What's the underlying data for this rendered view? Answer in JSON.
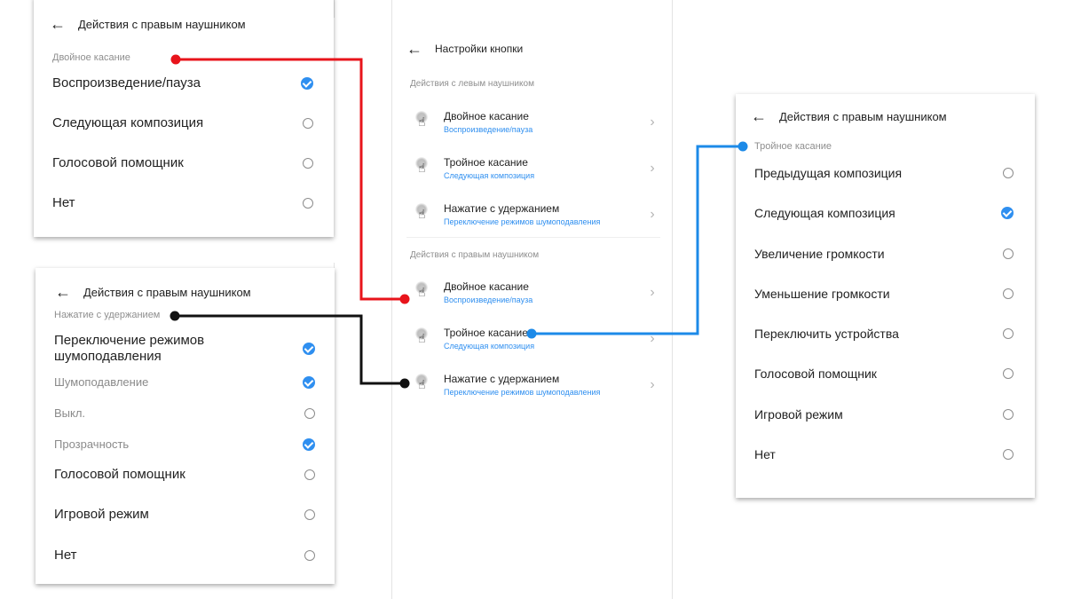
{
  "colors": {
    "accent": "#2f8ff0",
    "wire_red": "#e8141b",
    "wire_black": "#111111",
    "wire_blue": "#1c8ae8"
  },
  "icons": {
    "back": "arrow-left-icon",
    "touch": "touch-finger-icon",
    "chevron": "chevron-right-icon",
    "selected": "check-circle-icon",
    "unselected": "radio-empty-icon"
  },
  "panel_double_tap": {
    "title": "Действия с правым наушником",
    "section": "Двойное касание",
    "options": [
      {
        "label": "Воспроизведение/пауза",
        "selected": true
      },
      {
        "label": "Следующая композиция",
        "selected": false
      },
      {
        "label": "Голосовой помощник",
        "selected": false
      },
      {
        "label": "Нет",
        "selected": false
      }
    ]
  },
  "panel_hold": {
    "title": "Действия с правым наушником",
    "section": "Нажатие с удержанием",
    "options": [
      {
        "label": "Переключение режимов шумоподавления",
        "selected": true,
        "sub": false
      },
      {
        "label": "Шумоподавление",
        "selected": true,
        "sub": true
      },
      {
        "label": "Выкл.",
        "selected": false,
        "sub": true
      },
      {
        "label": "Прозрачность",
        "selected": true,
        "sub": true
      },
      {
        "label": "Голосовой помощник",
        "selected": false,
        "sub": false
      },
      {
        "label": "Игровой режим",
        "selected": false,
        "sub": false
      },
      {
        "label": "Нет",
        "selected": false,
        "sub": false
      }
    ]
  },
  "panel_settings": {
    "title": "Настройки кнопки",
    "left_section": "Действия с левым наушником",
    "left_rows": [
      {
        "title": "Двойное касание",
        "value": "Воспроизведение/пауза"
      },
      {
        "title": "Тройное касание",
        "value": "Следующая композиция"
      },
      {
        "title": "Нажатие с удержанием",
        "value": "Переключение режимов шумоподавления"
      }
    ],
    "right_section": "Действия с правым наушником",
    "right_rows": [
      {
        "title": "Двойное касание",
        "value": "Воспроизведение/пауза"
      },
      {
        "title": "Тройное касание",
        "value": "Следующая композиция"
      },
      {
        "title": "Нажатие с удержанием",
        "value": "Переключение режимов шумоподавления"
      }
    ]
  },
  "panel_triple_tap": {
    "title": "Действия с правым наушником",
    "section": "Тройное касание",
    "options": [
      {
        "label": "Предыдущая композиция",
        "selected": false
      },
      {
        "label": "Следующая композиция",
        "selected": true
      },
      {
        "label": "Увеличение громкости",
        "selected": false
      },
      {
        "label": "Уменьшение громкости",
        "selected": false
      },
      {
        "label": "Переключить устройства",
        "selected": false
      },
      {
        "label": "Голосовой помощник",
        "selected": false
      },
      {
        "label": "Игровой режим",
        "selected": false
      },
      {
        "label": "Нет",
        "selected": false
      }
    ]
  }
}
